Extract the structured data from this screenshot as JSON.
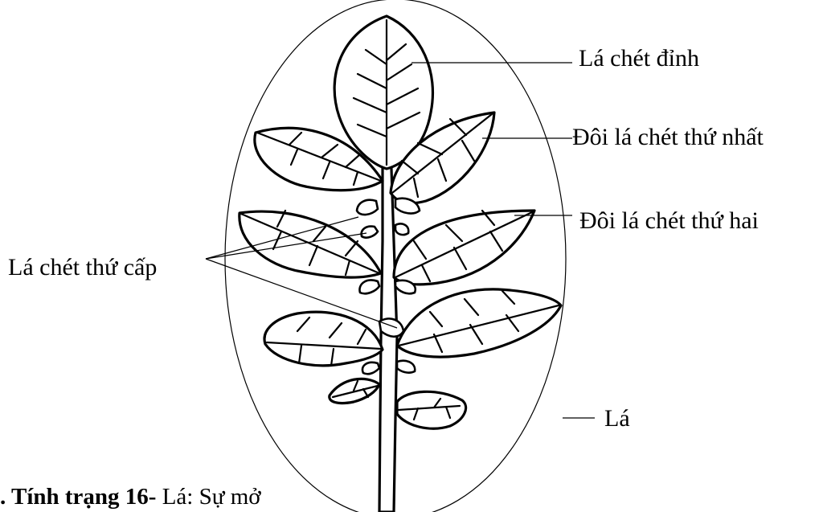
{
  "labels": {
    "terminal_leaflet": "Lá chét đỉnh",
    "first_pair": "Đôi lá chét thứ nhất",
    "second_pair": "Đôi lá chét thứ hai",
    "secondary_leaflets": "Lá chét thứ cấp",
    "leaf": "Lá"
  },
  "caption": {
    "prefix": ". Tính trạng 16-",
    "text": " Lá: Sự mở"
  }
}
